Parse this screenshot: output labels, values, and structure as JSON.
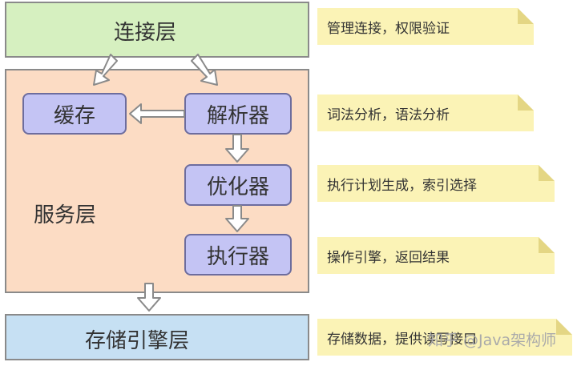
{
  "layers": {
    "connection": "连接层",
    "service": "服务层",
    "storage": "存储引擎层"
  },
  "components": {
    "cache": "缓存",
    "parser": "解析器",
    "optimizer": "优化器",
    "executor": "执行器"
  },
  "notes": [
    "管理连接，权限验证",
    "词法分析，语法分析",
    "执行计划生成，索引选择",
    "操作引擎，返回结果",
    "存储数据，提供读写接口"
  ],
  "watermark": "知乎 @Java架构师",
  "colors": {
    "connection_fill": "#d6f0c0",
    "service_fill": "#fcdcc4",
    "storage_fill": "#c6e0f3",
    "component_fill": "#c4c4f4",
    "note_fill": "#fbf3b6"
  }
}
